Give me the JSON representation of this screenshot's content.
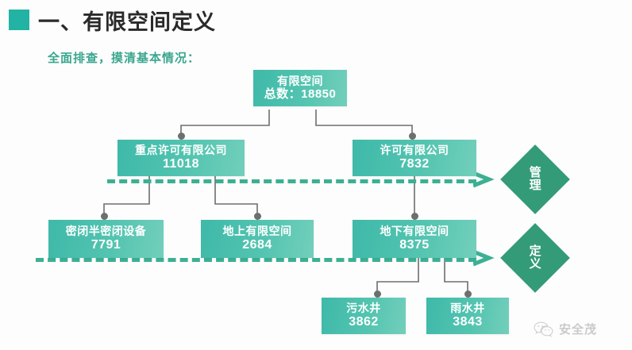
{
  "header": {
    "bullet_color": "#22b3a4",
    "title": "一、有限空间定义",
    "subtitle": "全面排查，摸清基本情况："
  },
  "diagram": {
    "nodes": [
      {
        "id": "root",
        "label": "有限空间",
        "value": "总数：18850"
      },
      {
        "id": "key-perm",
        "label": "重点许可有限公司",
        "value": "11018"
      },
      {
        "id": "perm",
        "label": "许可有限公司",
        "value": "7832"
      },
      {
        "id": "closed",
        "label": "密闭半密闭设备",
        "value": "7791"
      },
      {
        "id": "above",
        "label": "地上有限空间",
        "value": "2684"
      },
      {
        "id": "below",
        "label": "地下有限空间",
        "value": "8375"
      },
      {
        "id": "sewage",
        "label": "污水井",
        "value": "3862"
      },
      {
        "id": "rain",
        "label": "雨水井",
        "value": "3843"
      }
    ],
    "diamonds": [
      {
        "id": "manage",
        "label": "管理"
      },
      {
        "id": "define",
        "label": "定义"
      }
    ],
    "colors": {
      "node_fill": "#4dc0ae",
      "diamond_fill": "#349b79",
      "connector": "#6e6e6e",
      "dashed": "#3cb093"
    }
  },
  "watermark": {
    "icon": "wechat-icon",
    "text": "安全茂"
  }
}
